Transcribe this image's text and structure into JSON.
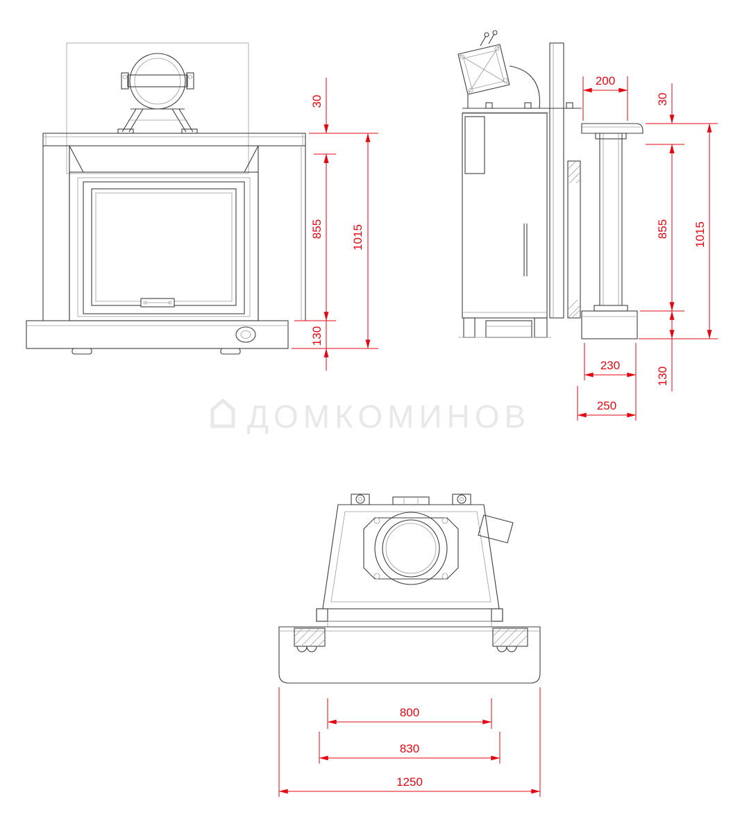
{
  "watermark": {
    "text": "ДОМКОМИНОВ"
  },
  "colors": {
    "dimension_red": "#e30613",
    "line_dark": "#3d3d3d",
    "line_light": "#9a9a9a",
    "watermark_gray": "#c4c4c4",
    "background": "#ffffff"
  },
  "views": {
    "front": {
      "dims": {
        "top_gap": "30",
        "firebox_height": "855",
        "total_height": "1015",
        "base_height": "130"
      }
    },
    "side": {
      "dims": {
        "shelf_depth": "200",
        "top_gap": "30",
        "firebox_height": "855",
        "total_height": "1015",
        "body_depth": "230",
        "base_height": "130",
        "total_depth": "250"
      }
    },
    "plan": {
      "dims": {
        "opening_width": "800",
        "frame_width": "830",
        "total_width": "1250"
      }
    }
  }
}
